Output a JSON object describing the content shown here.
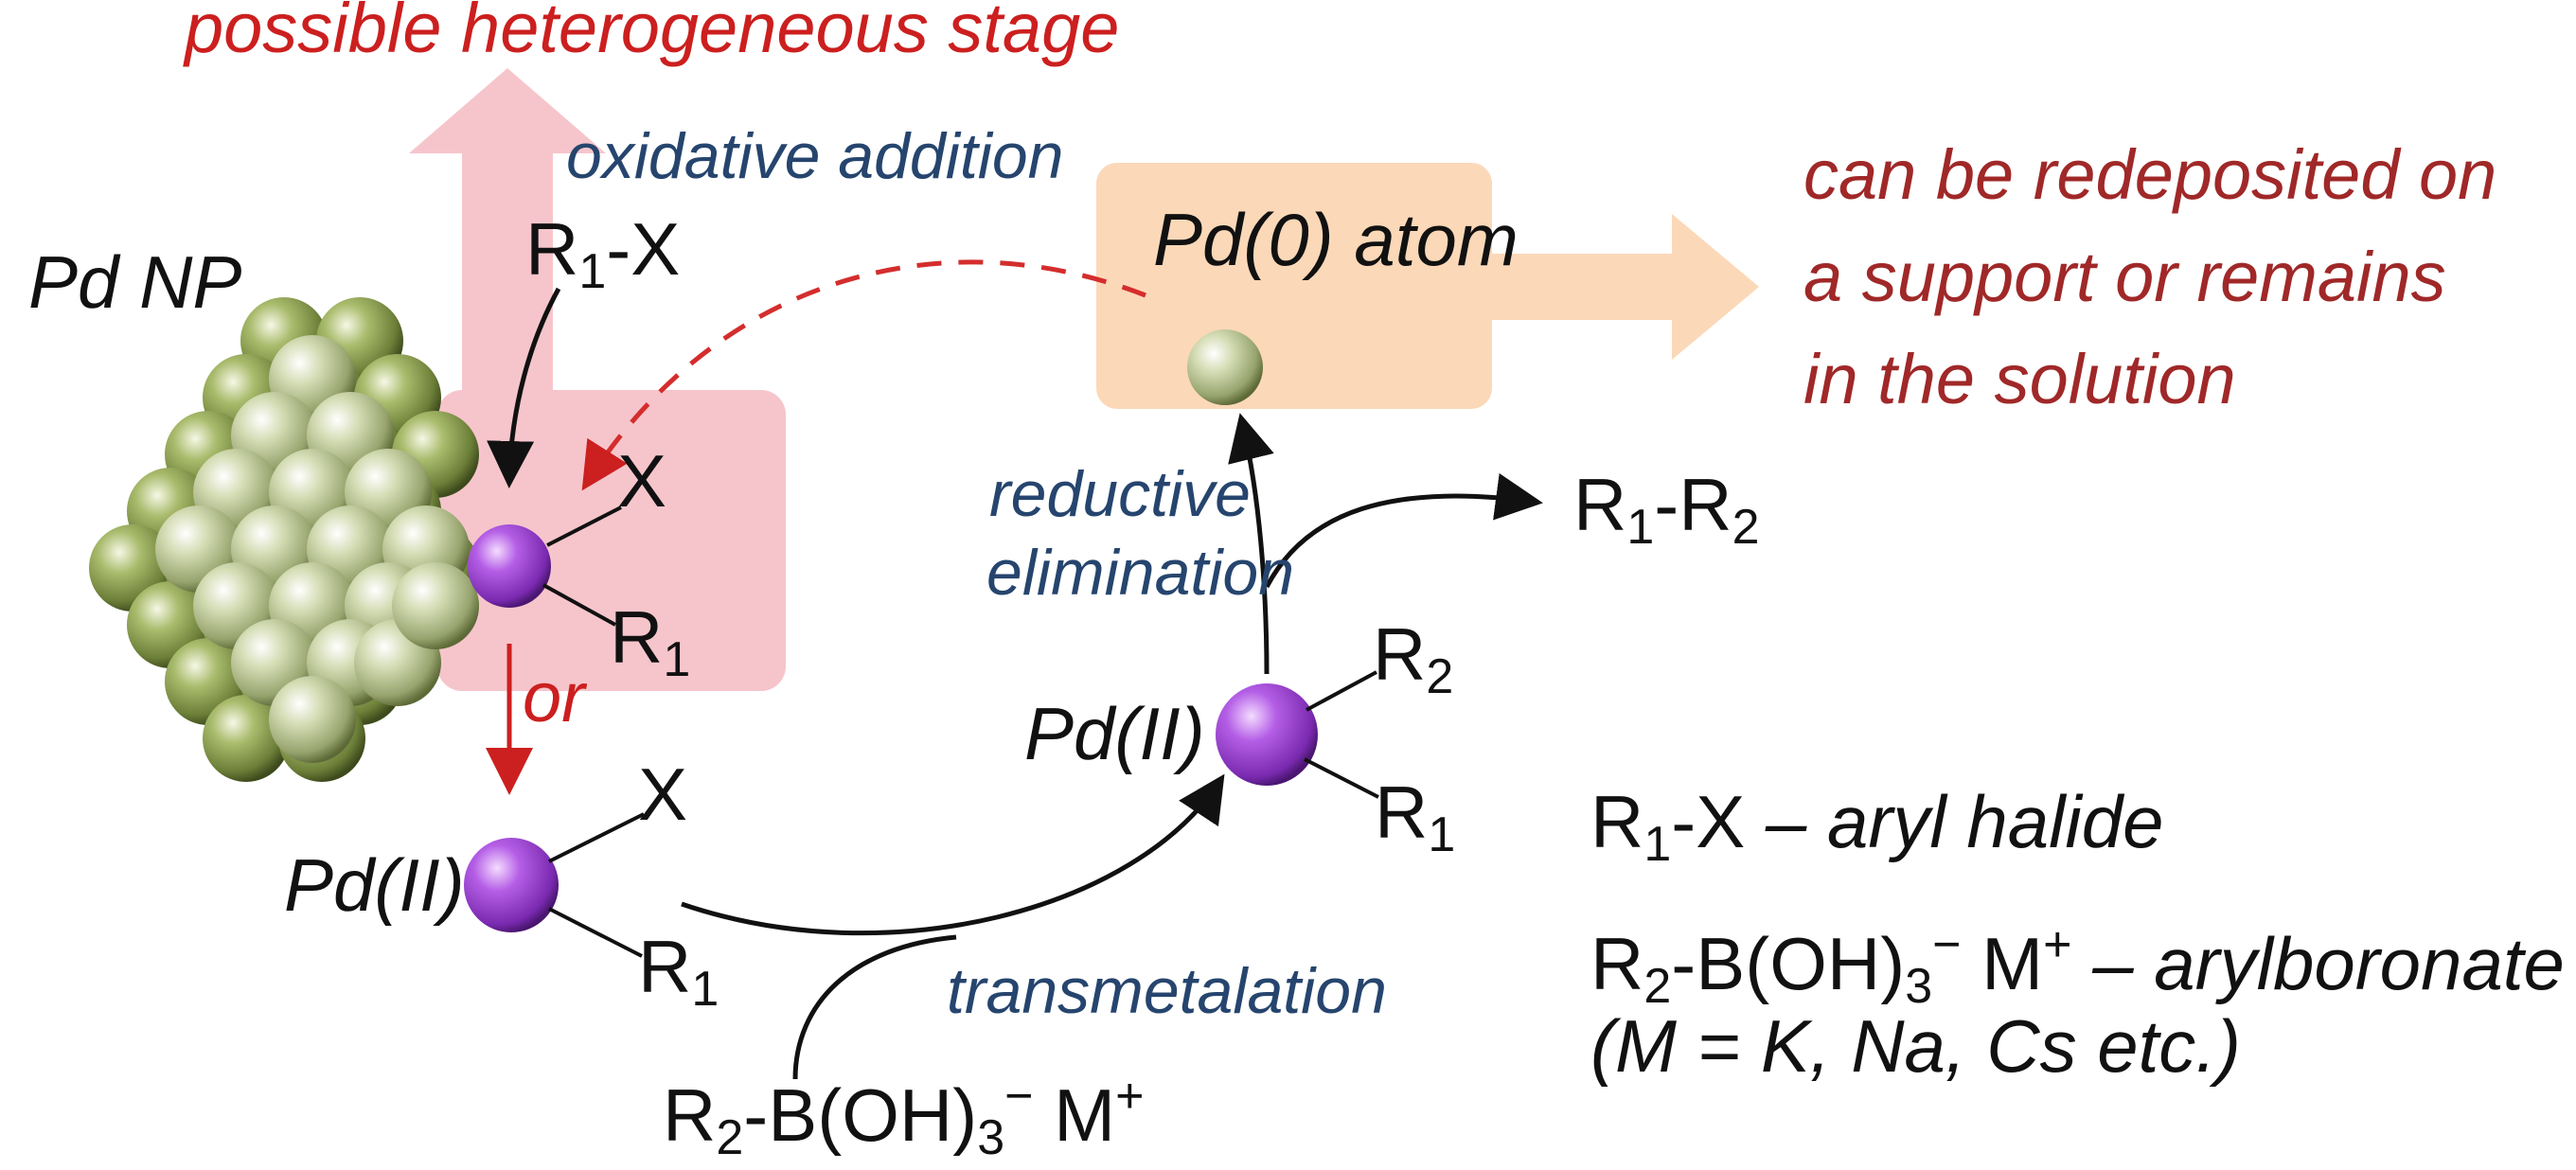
{
  "title": "possible heterogeneous stage",
  "labels": {
    "pd_np": "Pd NP",
    "oxidative_addition": "oxidative addition",
    "pd0_atom": "Pd(0) atom",
    "redeposit_line1": "can be redeposited on",
    "redeposit_line2": "a support or remains",
    "redeposit_line3": "in the solution",
    "reductive_line1": "reductive",
    "reductive_line2": "elimination",
    "or": "or",
    "pd_ii_left": "Pd(II)",
    "pd_ii_right": "Pd(II)",
    "transmetalation": "transmetalation"
  },
  "formulas": {
    "r1x_top": {
      "a": "R",
      "a_sub": "1",
      "b": "-X"
    },
    "ligand_x": "X",
    "ligand_r": "R",
    "sub_1": "1",
    "sub_2": "2",
    "r1r2": {
      "a": "R",
      "a_sub": "1",
      "b": "-R",
      "b_sub": "2"
    },
    "boronate": {
      "a": "R",
      "a_sub": "2",
      "b": "-B(OH)",
      "b_sub": "3",
      "c": "−",
      "d": " M",
      "e": "+"
    }
  },
  "legend": {
    "line1_formula": {
      "a": "R",
      "a_sub": "1",
      "b": "-X"
    },
    "line1_desc": " – aryl halide",
    "line2_formula": {
      "a": "R",
      "a_sub": "2",
      "b": "-B(OH)",
      "b_sub": "3",
      "c": "−",
      "d": " M",
      "e": "+"
    },
    "line2_desc": " – arylboronate",
    "line3": "(M = K, Na, Cs etc.)"
  },
  "colors": {
    "pd_np_sphere": "#8a9f52",
    "pd_ii_sphere": "#a24fd8",
    "heterogeneous_box": "#f6c5cb",
    "pd0_box": "#fbd8b8",
    "dashed_arrow": "#d42d2d",
    "red_arrow": "#cc1f1f",
    "label_blue": "#26456e",
    "label_red": "#cc1f1f"
  }
}
